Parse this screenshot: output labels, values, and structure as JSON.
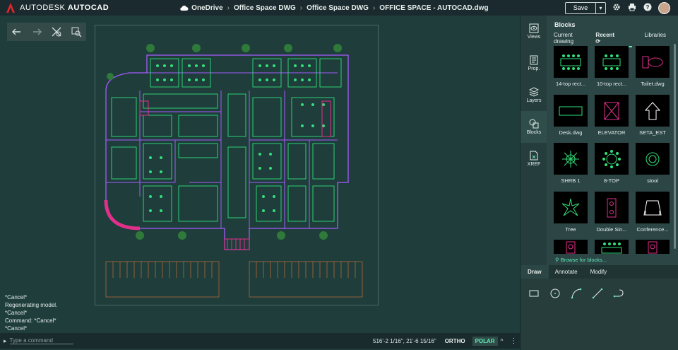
{
  "header": {
    "brand_light": "AUTODESK",
    "brand_bold": "AUTOCAD",
    "breadcrumb": [
      "OneDrive",
      "Office Space DWG",
      "Office Space DWG",
      "OFFICE SPACE - AUTOCAD.dwg"
    ],
    "save_label": "Save",
    "icons": [
      "gear-icon",
      "print-icon",
      "help-icon",
      "avatar"
    ]
  },
  "command": {
    "history": [
      "*Cancel*",
      "Regenerating model.",
      "*Cancel*",
      "Command: *Cancel*",
      "*Cancel*"
    ],
    "placeholder": "Type a command"
  },
  "status": {
    "coords": "516'-2 1/16\", 21'-6 15/16\"",
    "ortho": "ORTHO",
    "polar": "POLAR"
  },
  "sidebar": {
    "items": [
      {
        "label": "Views",
        "icon": "eye-icon"
      },
      {
        "label": "Prop.",
        "icon": "properties-icon"
      },
      {
        "label": "Layers",
        "icon": "layers-icon"
      },
      {
        "label": "Blocks",
        "icon": "blocks-icon"
      },
      {
        "label": "XREF",
        "icon": "xref-icon"
      }
    ]
  },
  "blocks": {
    "title": "Blocks",
    "tabs": [
      "Current drawing",
      "Recent",
      "Libraries"
    ],
    "items": [
      {
        "name": "14-top rect..."
      },
      {
        "name": "10-top rect..."
      },
      {
        "name": "Toilet.dwg"
      },
      {
        "name": "Desk.dwg"
      },
      {
        "name": "ELEVATOR"
      },
      {
        "name": "SETA_EST"
      },
      {
        "name": "SHRB 1"
      },
      {
        "name": "8-TOP"
      },
      {
        "name": "stool"
      },
      {
        "name": "Tree"
      },
      {
        "name": "Double Sin..."
      },
      {
        "name": "Conference..."
      }
    ],
    "browse": "Browse for blocks..."
  },
  "draw": {
    "tabs": [
      "Draw",
      "Annotate",
      "Modify"
    ]
  },
  "colors": {
    "accent": "#5fe8b8",
    "cad_green": "#31e07a",
    "cad_magenta": "#e0308a",
    "cad_purple": "#a65cff"
  }
}
